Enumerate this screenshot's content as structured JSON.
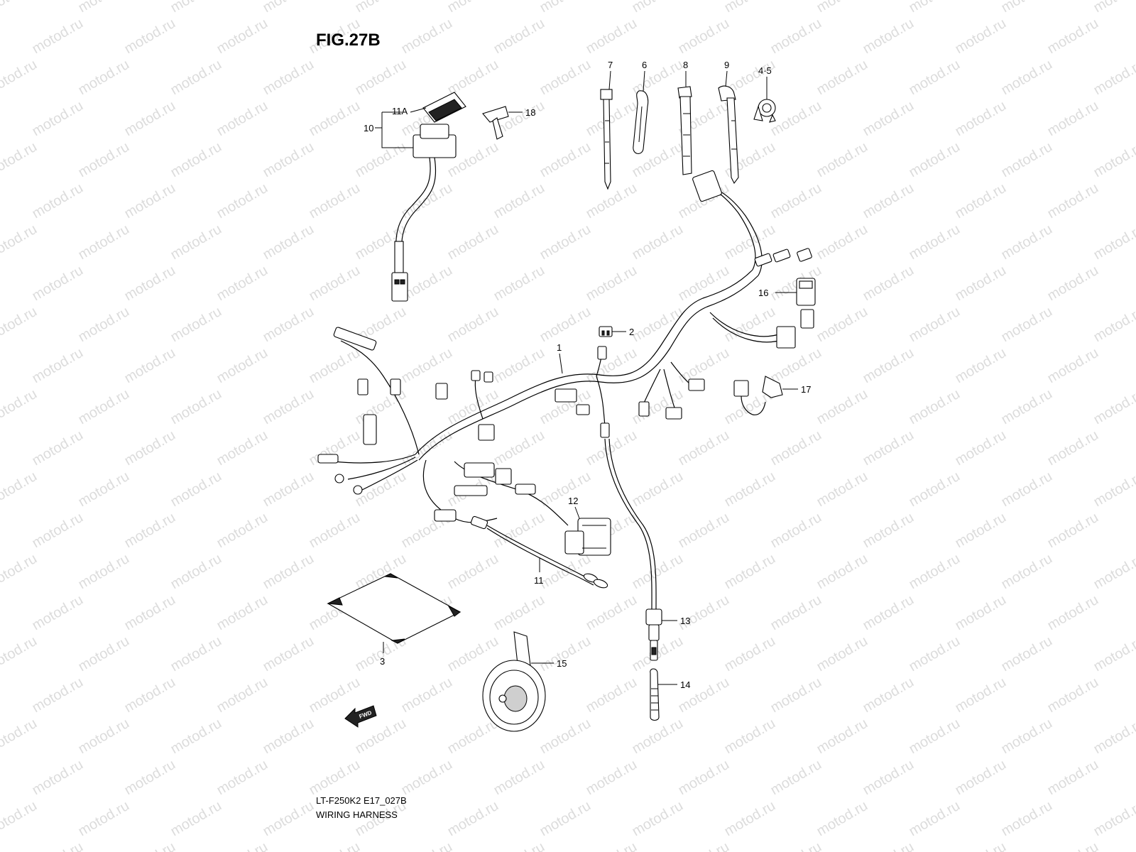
{
  "figure": {
    "title": "FIG.27B",
    "code": "LT-F250K2 E17_027B",
    "name": "WIRING HARNESS"
  },
  "watermark": "motod.ru",
  "fwd_label": "FWD",
  "callouts": [
    {
      "id": "c1",
      "label": "1"
    },
    {
      "id": "c2",
      "label": "2"
    },
    {
      "id": "c3",
      "label": "3"
    },
    {
      "id": "c45",
      "label": "4·5"
    },
    {
      "id": "c6",
      "label": "6"
    },
    {
      "id": "c7",
      "label": "7"
    },
    {
      "id": "c8",
      "label": "8"
    },
    {
      "id": "c9",
      "label": "9"
    },
    {
      "id": "c10",
      "label": "10"
    },
    {
      "id": "c11",
      "label": "11"
    },
    {
      "id": "c11a",
      "label": "11A"
    },
    {
      "id": "c12",
      "label": "12"
    },
    {
      "id": "c13",
      "label": "13"
    },
    {
      "id": "c14",
      "label": "14"
    },
    {
      "id": "c15",
      "label": "15"
    },
    {
      "id": "c16",
      "label": "16"
    },
    {
      "id": "c17",
      "label": "17"
    },
    {
      "id": "c18",
      "label": "18"
    }
  ]
}
